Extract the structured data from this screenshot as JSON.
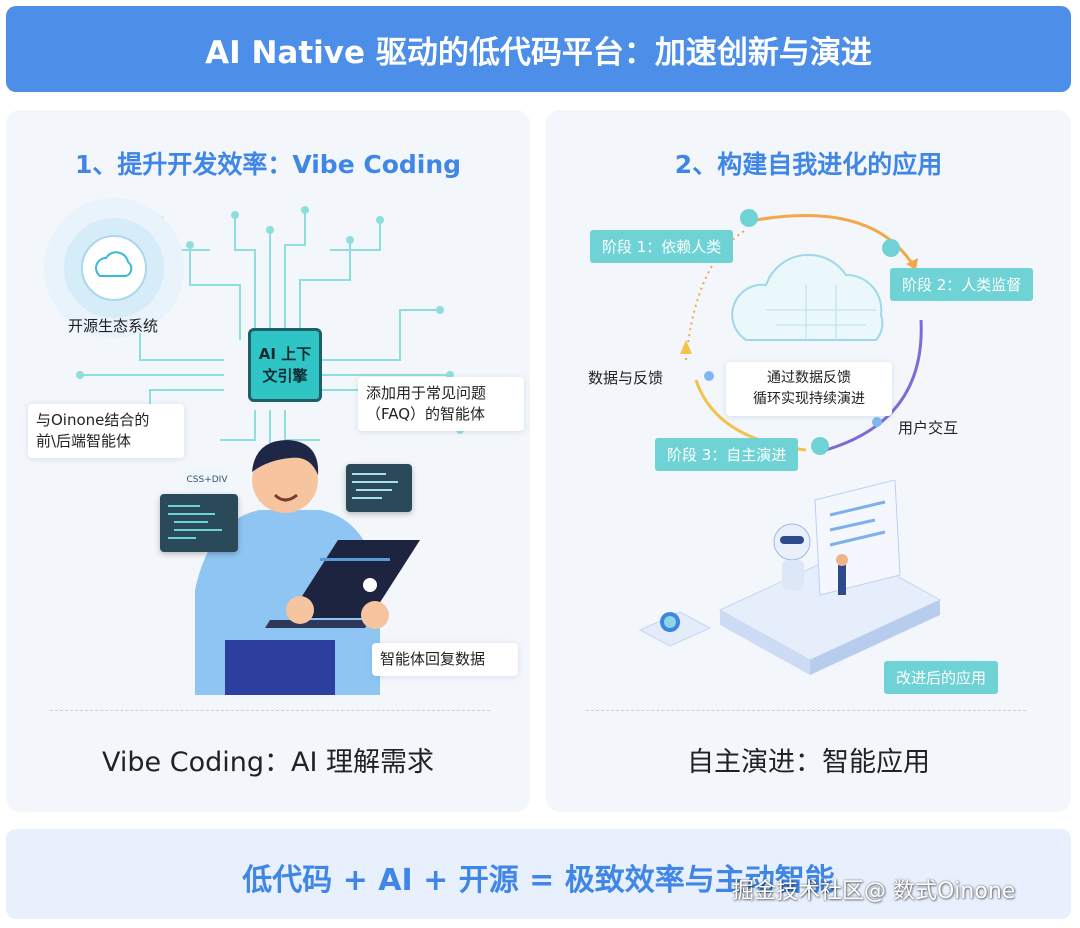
{
  "header": {
    "title": "AI Native 驱动的低代码平台：加速创新与演进"
  },
  "left": {
    "title": "1、提升开发效率：Vibe Coding",
    "engine_line1": "AI 上下",
    "engine_line2": "文引擎",
    "open_source_label": "开源生态系统",
    "oinone_agent_line1": "与Oinone结合的",
    "oinone_agent_line2": "前\\后端智能体",
    "faq_agent_line1": "添加用于常见问题",
    "faq_agent_line2": "（FAQ）的智能体",
    "agent_reply": "智能体回复数据",
    "css_tag": "CSS+DIV",
    "caption": "Vibe Coding：AI 理解需求"
  },
  "right": {
    "title": "2、构建自我进化的应用",
    "stage1": "阶段 1：依赖人类",
    "stage2": "阶段 2：人类监督",
    "stage3": "阶段 3：自主演进",
    "data_feedback": "数据与反馈",
    "user_interaction": "用户交互",
    "center_line1": "通过数据反馈",
    "center_line2": "循环实现持续演进",
    "improved_app": "改进后的应用",
    "caption": "自主演进：智能应用"
  },
  "footer": {
    "text": "低代码 + AI + 开源 = 极致效率与主动智能"
  },
  "watermark": "掘金技术社区@ 数式Oinone",
  "colors": {
    "accent": "#4d8ee8",
    "title_blue": "#3f86e6",
    "panel_bg": "#f3f6fb",
    "teal": "#2fc5c5",
    "stage_teal": "#6fd3d6",
    "orange": "#f08a3c",
    "purple": "#7c6cd6"
  }
}
